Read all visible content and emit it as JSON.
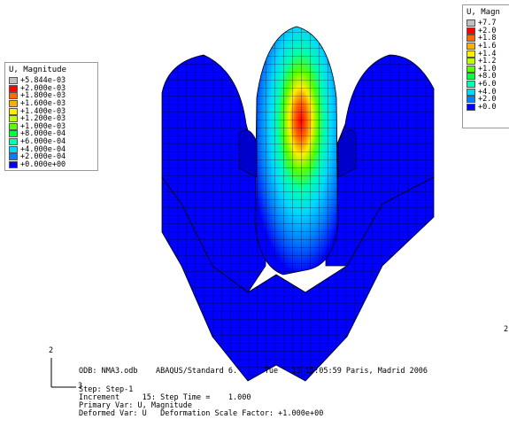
{
  "legend_left": {
    "title": "U, Magnitude",
    "entries": [
      {
        "label": "+5.844e-03",
        "color": "#c0c0c0"
      },
      {
        "label": "+2.000e-03",
        "color": "#ff0000"
      },
      {
        "label": "+1.800e-03",
        "color": "#ff6a00"
      },
      {
        "label": "+1.600e-03",
        "color": "#ffae00"
      },
      {
        "label": "+1.400e-03",
        "color": "#ffee00"
      },
      {
        "label": "+1.200e-03",
        "color": "#b8ff00"
      },
      {
        "label": "+1.000e-03",
        "color": "#55ff00"
      },
      {
        "label": "+8.000e-04",
        "color": "#00ff40"
      },
      {
        "label": "+6.000e-04",
        "color": "#00ffb0"
      },
      {
        "label": "+4.000e-04",
        "color": "#00d8ff"
      },
      {
        "label": "+2.000e-04",
        "color": "#0080ff"
      },
      {
        "label": "+0.000e+00",
        "color": "#0000ff"
      }
    ]
  },
  "legend_right": {
    "title": "U, Magn",
    "entries": [
      {
        "label": "+7.7",
        "color": "#c0c0c0"
      },
      {
        "label": "+2.0",
        "color": "#ff0000"
      },
      {
        "label": "+1.8",
        "color": "#ff6a00"
      },
      {
        "label": "+1.6",
        "color": "#ffae00"
      },
      {
        "label": "+1.4",
        "color": "#ffee00"
      },
      {
        "label": "+1.2",
        "color": "#b8ff00"
      },
      {
        "label": "+1.0",
        "color": "#55ff00"
      },
      {
        "label": "+8.0",
        "color": "#00ff40"
      },
      {
        "label": "+6.0",
        "color": "#00ffb0"
      },
      {
        "label": "+4.0",
        "color": "#00d8ff"
      },
      {
        "label": "+2.0",
        "color": "#0080ff"
      },
      {
        "label": "+0.0",
        "color": "#0000ff"
      }
    ]
  },
  "info": {
    "odb_line": "ODB: NMA3.odb    ABAQUS/Standard 6.      Tue   13 15:05:59 Paris, Madrid 2006",
    "step_line": "Step: Step-1",
    "increment_line": "Increment     15: Step Time =    1.000",
    "primary_line": "Primary Var: U, Magnitude",
    "deformed_line": "Deformed Var: U   Deformation Scale Factor: +1.000e+00"
  },
  "triad": {
    "axis_y": "2",
    "axis_z": "3"
  },
  "triad_right": {
    "axis_y": "2"
  },
  "colors": {
    "mesh_blue": "#0000ff",
    "mesh_line": "#000000"
  }
}
